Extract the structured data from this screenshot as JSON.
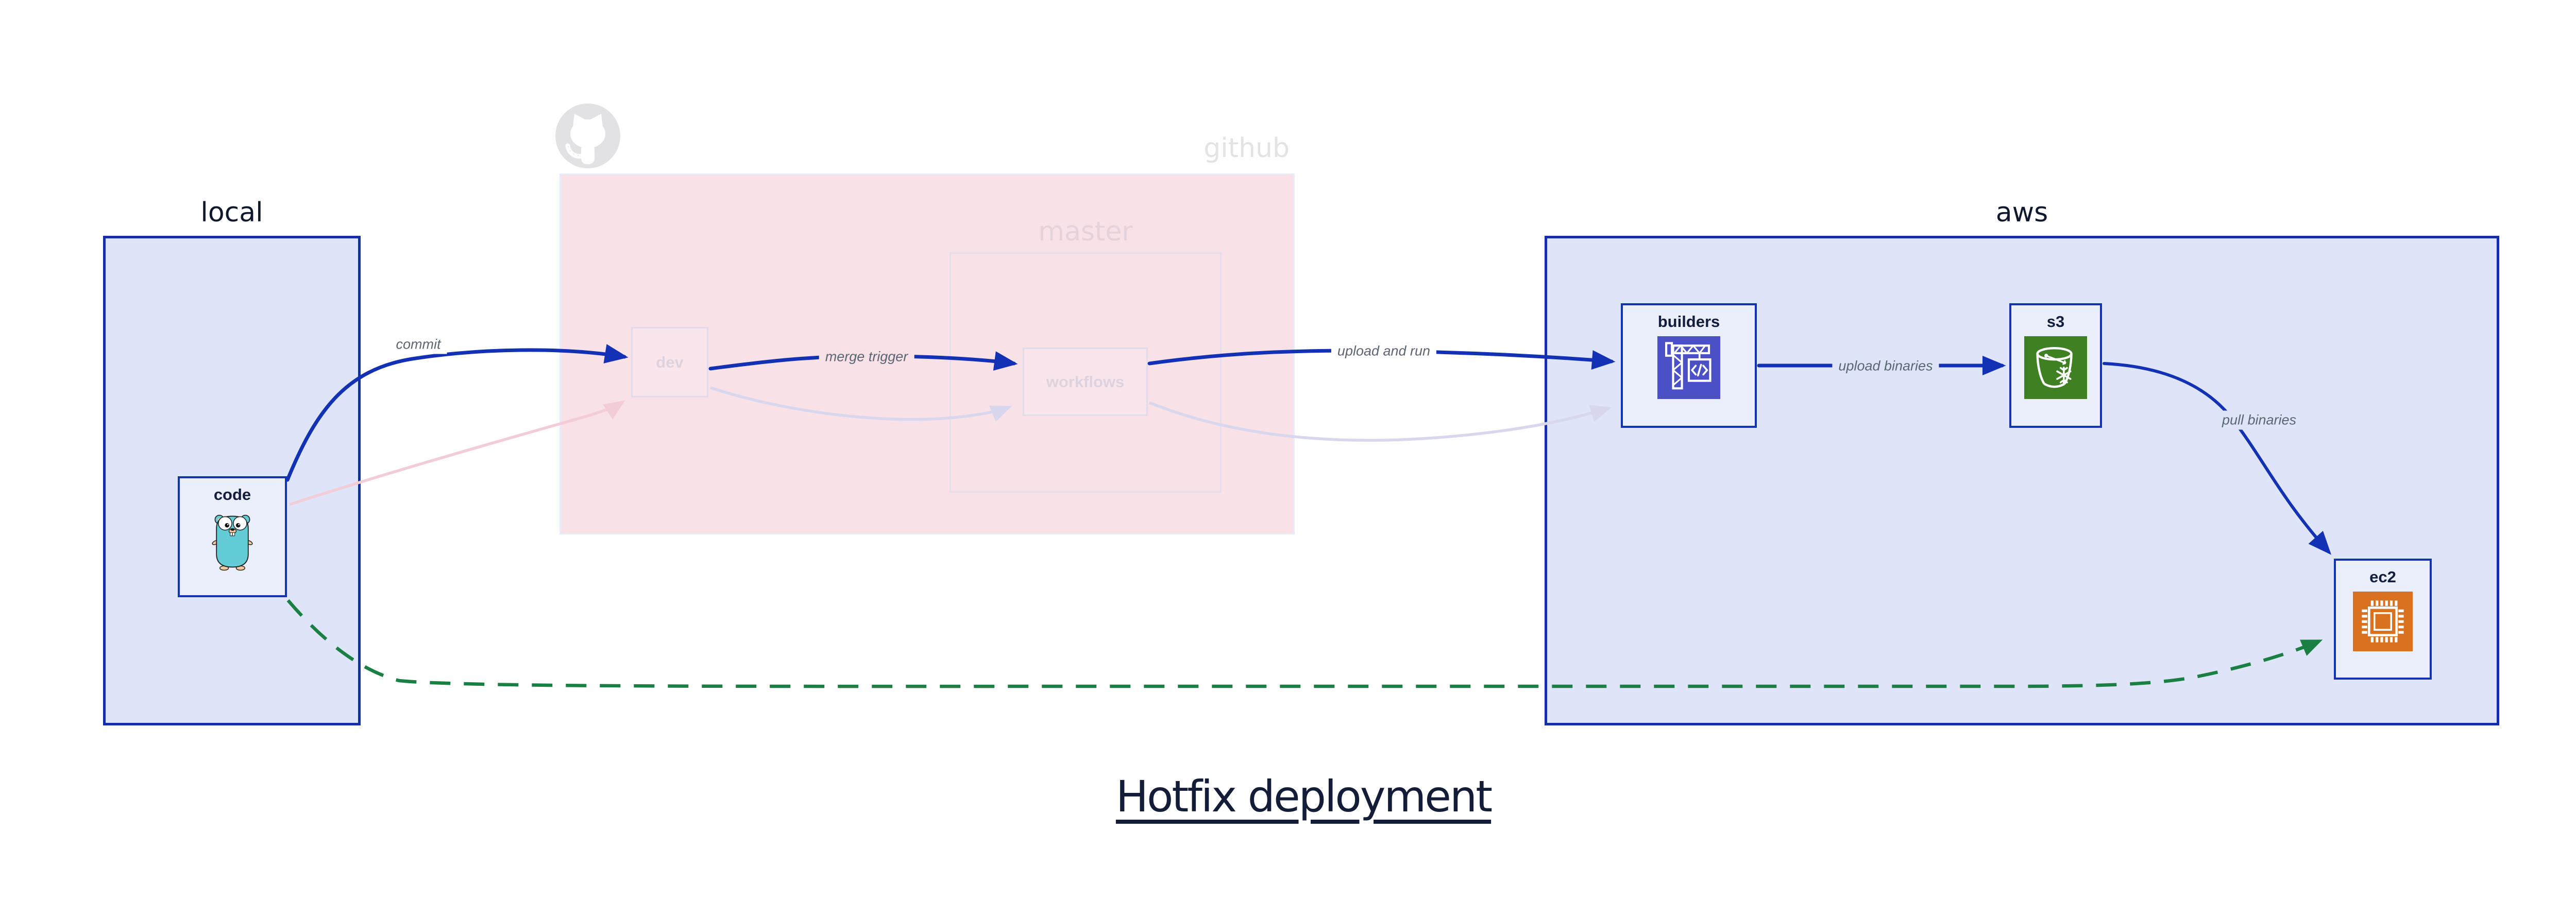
{
  "title": "Hotfix deployment",
  "containers": {
    "local": {
      "label": "local"
    },
    "github": {
      "label": "github"
    },
    "master": {
      "label": "master"
    },
    "aws": {
      "label": "aws"
    }
  },
  "nodes": {
    "code": {
      "label": "code",
      "icon": "go-gopher"
    },
    "dev": {
      "label": "dev",
      "faded": true
    },
    "workflows": {
      "label": "workflows",
      "faded": true
    },
    "builders": {
      "label": "builders",
      "icon": "codebuild-crane-icon"
    },
    "s3": {
      "label": "s3",
      "icon": "s3-bucket-icon"
    },
    "ec2": {
      "label": "ec2",
      "icon": "ec2-chip-icon"
    }
  },
  "edges": {
    "commit": {
      "label": "commit",
      "from": "code",
      "to": "dev",
      "style": "solid-blue"
    },
    "merge_trigger": {
      "label": "merge trigger",
      "from": "dev",
      "to": "workflows",
      "style": "solid-blue"
    },
    "upload_and_run": {
      "label": "upload and run",
      "from": "workflows",
      "to": "builders",
      "style": "solid-blue"
    },
    "upload_binaries": {
      "label": "upload binaries",
      "from": "builders",
      "to": "s3",
      "style": "solid-blue"
    },
    "pull_binaries": {
      "label": "pull binaries",
      "from": "s3",
      "to": "ec2",
      "style": "solid-blue"
    },
    "hotfix_path": {
      "label": "",
      "from": "code",
      "to": "ec2",
      "style": "dashed-green"
    },
    "faded_commit": {
      "label": "",
      "from": "code",
      "to": "dev",
      "style": "faded-pink"
    },
    "faded_merge": {
      "label": "",
      "from": "dev",
      "to": "workflows",
      "style": "faded-lavender"
    },
    "faded_upload": {
      "label": "",
      "from": "workflows",
      "to": "builders",
      "style": "faded-lavender"
    }
  },
  "icons": {
    "github_logo": "github-octocat-icon",
    "code": "go-gopher",
    "builders": "codebuild-crane-icon",
    "s3": "s3-bucket-icon",
    "ec2": "ec2-chip-icon"
  },
  "colors": {
    "container_border_blue": "#122fa6",
    "container_fill_blue": "#dfe5f8",
    "node_fill_blue": "#ebeffb",
    "github_fill_pink": "#f8e1e7",
    "faded_border": "#e0dcec",
    "faded_label": "#ddd2de",
    "arrow_blue": "#1331b4",
    "arrow_green_dashed": "#1a7f42",
    "arrow_pink_faded": "#f2ccd6",
    "arrow_lavender_faded": "#d8d7ee",
    "edge_label_gray": "#5c6572",
    "title_navy": "#141d37",
    "codebuild_purple": "#4b50c6",
    "s3_green": "#3f8023",
    "ec2_orange": "#d9711f",
    "gopher_teal": "#63ccd6",
    "octocat_gray": "#e2e2e4"
  }
}
